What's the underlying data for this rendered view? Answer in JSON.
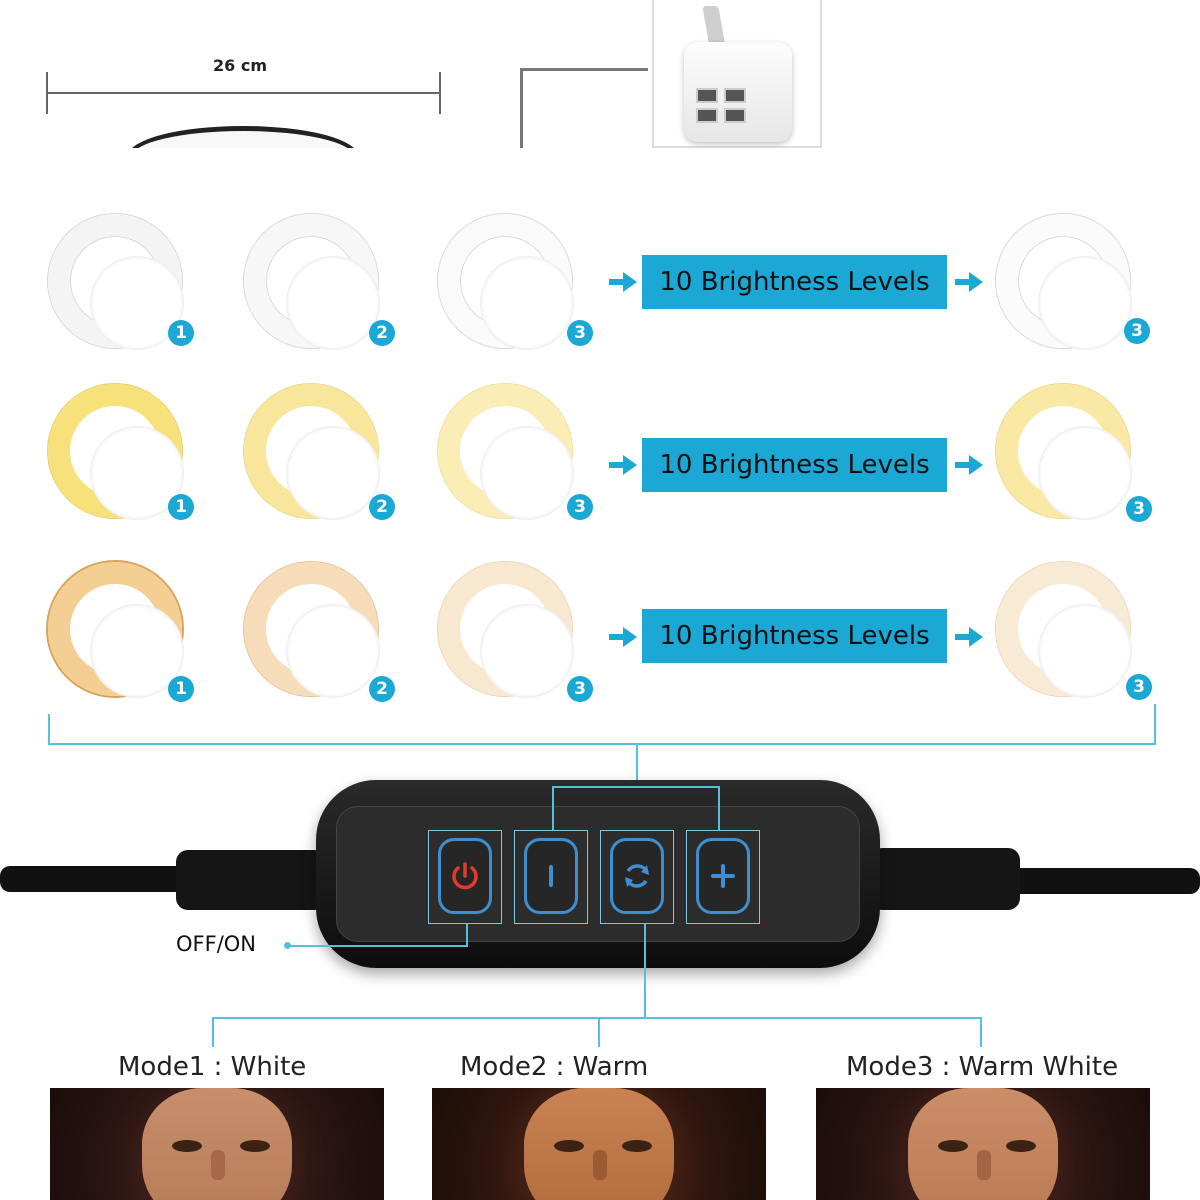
{
  "top": {
    "dimension_label": "26 cm"
  },
  "rows": [
    {
      "mode": "white",
      "badges": [
        "1",
        "2",
        "3"
      ],
      "end_badge": "3",
      "levels_label": "10  Brightness Levels"
    },
    {
      "mode": "warm",
      "badges": [
        "1",
        "2",
        "3"
      ],
      "end_badge": "3",
      "levels_label": "10  Brightness Levels"
    },
    {
      "mode": "warm-white",
      "badges": [
        "1",
        "2",
        "3"
      ],
      "end_badge": "3",
      "levels_label": "10  Brightness Levels"
    }
  ],
  "controller": {
    "offon_label": "OFF/ON",
    "buttons": [
      "power-icon",
      "minus-icon",
      "cycle-icon",
      "plus-icon"
    ]
  },
  "modes": [
    {
      "label": "Mode1 : White"
    },
    {
      "label": "Mode2 : Warm"
    },
    {
      "label": "Mode3 : Warm White"
    }
  ],
  "colors": {
    "accent": "#1ba8d4",
    "connector": "#55c0dd",
    "button_blue": "#3f8fd0",
    "power_red": "#e33b2a"
  }
}
